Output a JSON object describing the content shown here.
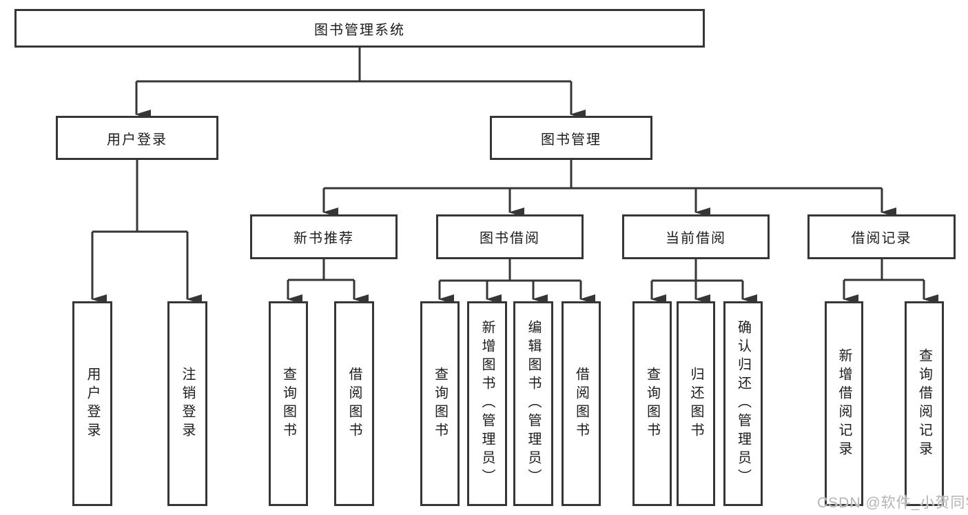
{
  "diagram": {
    "title": "图书管理系统",
    "type": "hierarchy"
  },
  "nodes": {
    "root": {
      "label": "图书管理系统"
    },
    "user_login": {
      "label": "用户登录"
    },
    "book_mgmt": {
      "label": "图书管理"
    },
    "new_book_rec": {
      "label": "新书推荐"
    },
    "book_borrow": {
      "label": "图书借阅"
    },
    "current_borrow": {
      "label": "当前借阅"
    },
    "borrow_record": {
      "label": "借阅记录"
    },
    "leaf_user_login": {
      "label": "用户登录"
    },
    "leaf_logout": {
      "label": "注销登录"
    },
    "leaf_nb_query": {
      "label": "查询图书"
    },
    "leaf_nb_borrow": {
      "label": "借阅图书"
    },
    "leaf_bb_query": {
      "label": "查询图书"
    },
    "leaf_bb_add": {
      "label": "新增图书（管理员）"
    },
    "leaf_bb_edit": {
      "label": "编辑图书（管理员）"
    },
    "leaf_bb_borrow": {
      "label": "借阅图书"
    },
    "leaf_cb_query": {
      "label": "查询图书"
    },
    "leaf_cb_return": {
      "label": "归还图书"
    },
    "leaf_cb_confirm": {
      "label": "确认归还（管理员）"
    },
    "leaf_br_add": {
      "label": "新增借阅记录"
    },
    "leaf_br_query": {
      "label": "查询借阅记录"
    }
  },
  "edges": [
    [
      "root",
      "user_login"
    ],
    [
      "root",
      "book_mgmt"
    ],
    [
      "user_login",
      "leaf_user_login"
    ],
    [
      "user_login",
      "leaf_logout"
    ],
    [
      "book_mgmt",
      "new_book_rec"
    ],
    [
      "book_mgmt",
      "book_borrow"
    ],
    [
      "book_mgmt",
      "current_borrow"
    ],
    [
      "book_mgmt",
      "borrow_record"
    ],
    [
      "new_book_rec",
      "leaf_nb_query"
    ],
    [
      "new_book_rec",
      "leaf_nb_borrow"
    ],
    [
      "book_borrow",
      "leaf_bb_query"
    ],
    [
      "book_borrow",
      "leaf_bb_add"
    ],
    [
      "book_borrow",
      "leaf_bb_edit"
    ],
    [
      "book_borrow",
      "leaf_bb_borrow"
    ],
    [
      "current_borrow",
      "leaf_cb_query"
    ],
    [
      "current_borrow",
      "leaf_cb_return"
    ],
    [
      "current_borrow",
      "leaf_cb_confirm"
    ],
    [
      "borrow_record",
      "leaf_br_add"
    ],
    [
      "borrow_record",
      "leaf_br_query"
    ]
  ],
  "watermark": {
    "text": "CSDN @软件_小贺同学"
  },
  "colors": {
    "line": "#363636",
    "text": "#1c1c1c",
    "background": "#ffffff",
    "watermark": "#b4b4b4"
  }
}
